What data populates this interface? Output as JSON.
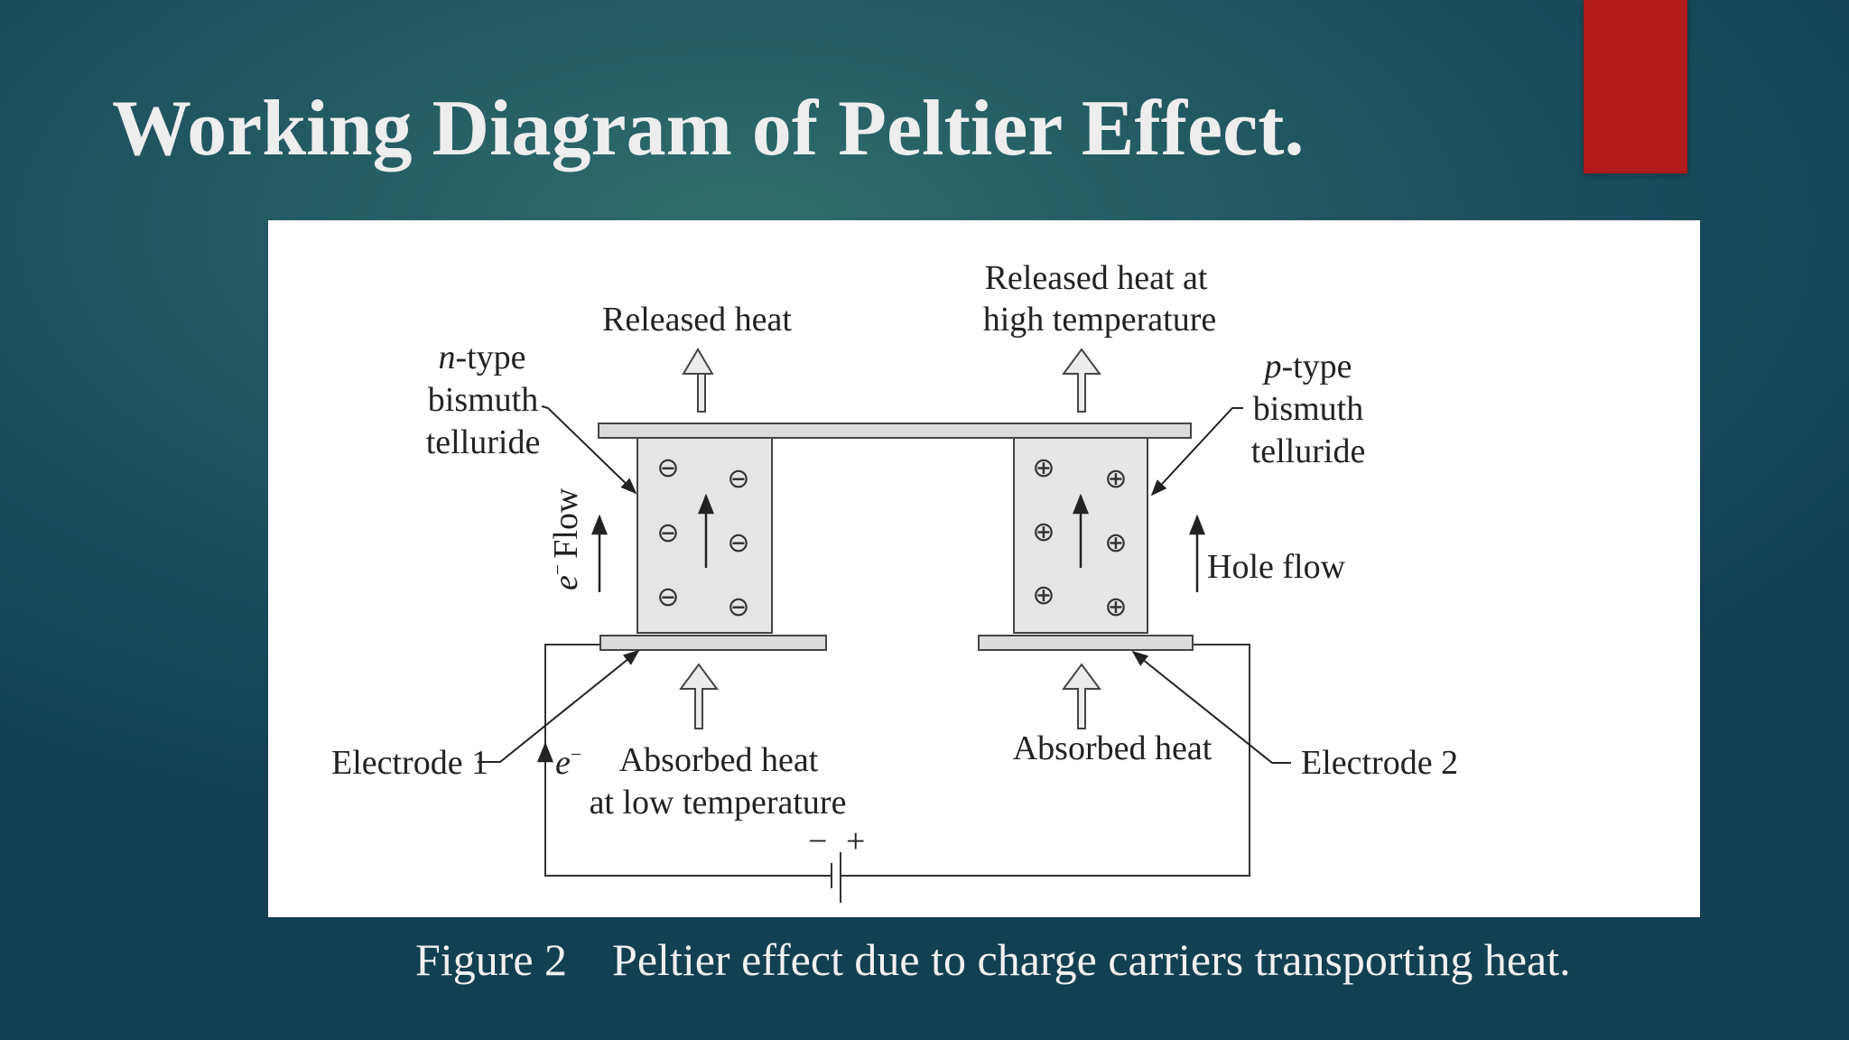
{
  "slide": {
    "title": "Working Diagram of Peltier Effect.",
    "accent_color": "#b01a1a"
  },
  "figure": {
    "caption_number": "Figure 2",
    "caption_text": "Peltier effect due to charge carriers transporting heat."
  },
  "diagram": {
    "released_heat": "Released heat",
    "released_heat_high_line1": "Released heat at",
    "released_heat_high_line2": "high temperature",
    "n_type_line1": "n",
    "n_type_line1_suffix": "-type",
    "n_type_line2": "bismuth",
    "n_type_line3": "telluride",
    "p_type_line1": "p",
    "p_type_line1_suffix": "-type",
    "p_type_line2": "bismuth",
    "p_type_line3": "telluride",
    "electron_flow_symbol": "e",
    "electron_flow_sup": "−",
    "electron_flow_word": "Flow",
    "hole_flow": "Hole flow",
    "electrode_1": "Electrode 1",
    "electrode_2": "Electrode 2",
    "electron_symbol": "e",
    "electron_sup": "−",
    "absorbed_heat_low_line1": "Absorbed heat",
    "absorbed_heat_low_line2": "at low temperature",
    "absorbed_heat": "Absorbed heat",
    "battery_minus": "−",
    "battery_plus": "+",
    "negative_carrier": "⊖",
    "positive_carrier": "⊕"
  }
}
